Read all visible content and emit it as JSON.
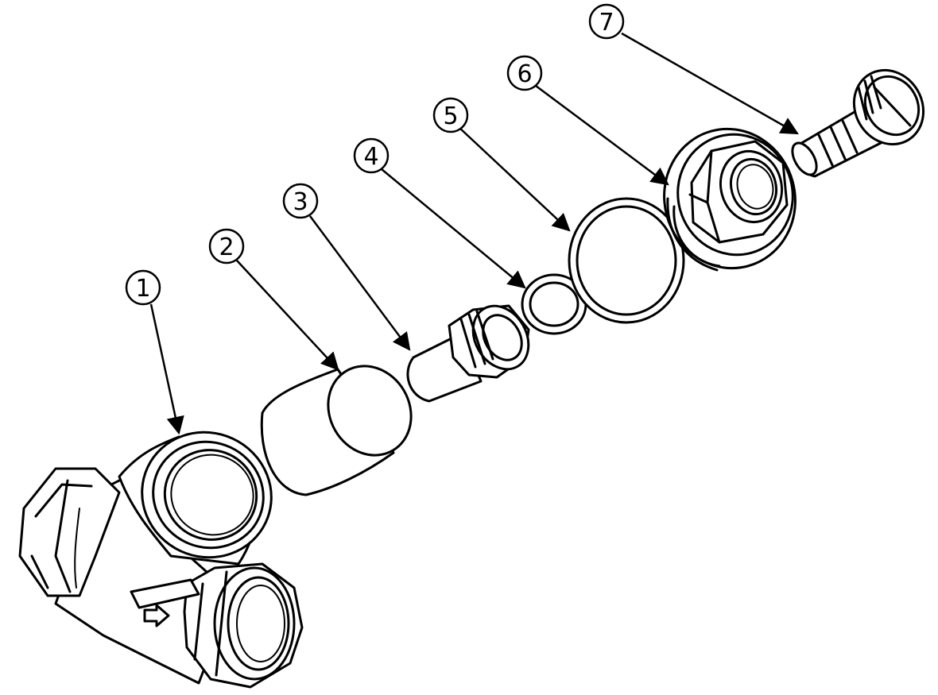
{
  "diagram": {
    "type": "exploded-assembly",
    "balloons": [
      {
        "id": "1",
        "label": "1"
      },
      {
        "id": "2",
        "label": "2"
      },
      {
        "id": "3",
        "label": "3"
      },
      {
        "id": "4",
        "label": "4"
      },
      {
        "id": "5",
        "label": "5"
      },
      {
        "id": "6",
        "label": "6"
      },
      {
        "id": "7",
        "label": "7"
      }
    ]
  }
}
